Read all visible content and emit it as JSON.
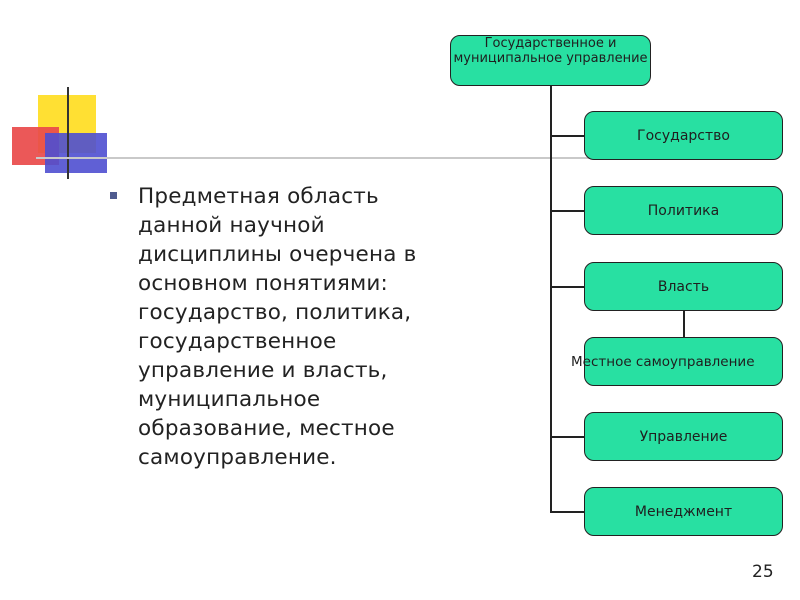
{
  "bullet": {
    "text": "Предметная область данной научной дисциплины очерчена в основном понятиями: государство, политика, государственное управление и власть, муниципальное образование, местное самоуправление."
  },
  "diagram": {
    "root": "Государственное и муниципальное управление",
    "children": [
      "Государство",
      "Политика",
      "Власть",
      "Местное самоуправление",
      "Управление",
      "Менеджмент"
    ]
  },
  "page_number": "25",
  "colors": {
    "box_fill": "#28e0a2",
    "box_border": "#222222",
    "bullet_marker": "#4f5b8f",
    "deco_yellow": "#ffe033",
    "deco_red": "#e94a4a",
    "deco_blue": "#4f4fd0"
  }
}
